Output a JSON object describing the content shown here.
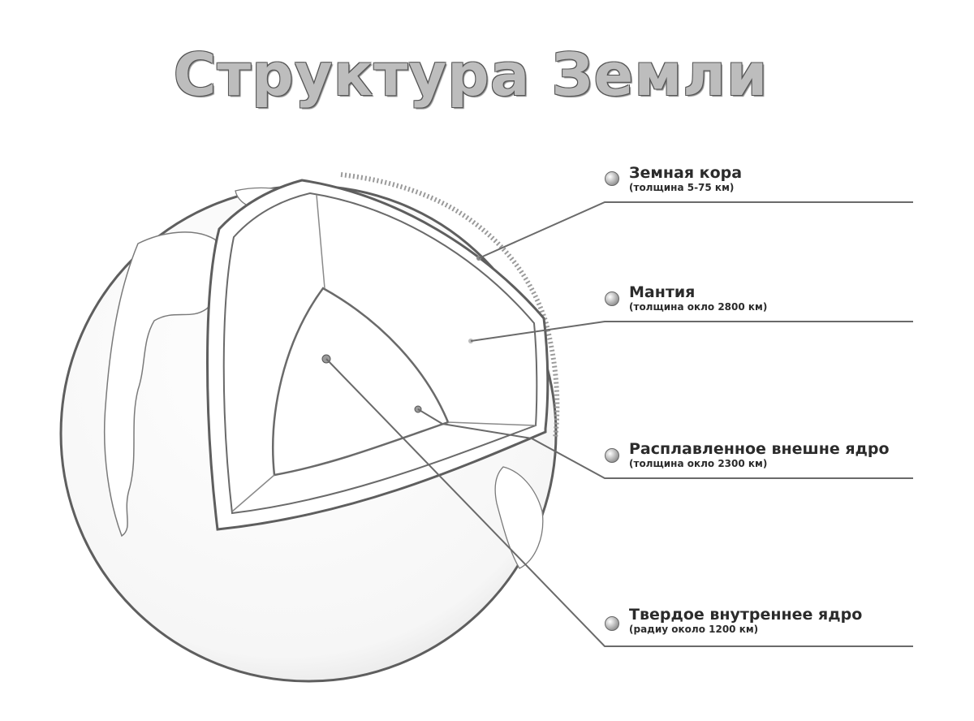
{
  "title": "Структура Земли",
  "layers": [
    {
      "name": "Земная кора",
      "detail": "(толщина 5-75 км)"
    },
    {
      "name": "Мантия",
      "detail": "(толщина окло 2800 км)"
    },
    {
      "name": "Расплавленное внешне ядро",
      "detail": "(толщина окло 2300 км)"
    },
    {
      "name": "Твердое внутреннее ядро",
      "detail": "(радиу около 1200 км)"
    }
  ],
  "colors": {
    "outline": "#6a6a6a",
    "leader": "#6a6a6a",
    "fill": "#ffffff",
    "title_fill": "#bdbdbd"
  }
}
